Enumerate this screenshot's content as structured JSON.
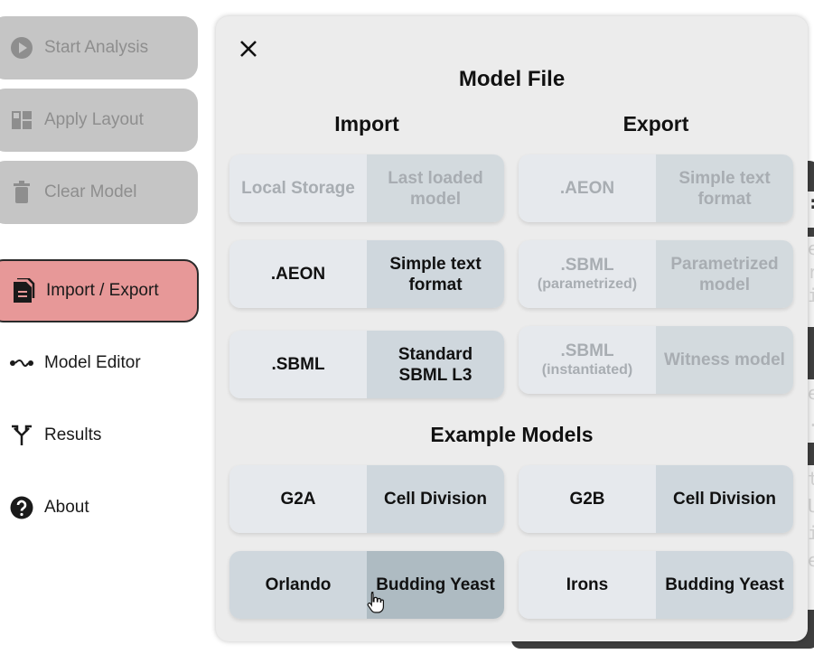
{
  "sidebar": {
    "start_analysis": "Start Analysis",
    "apply_layout": "Apply Layout",
    "clear_model": "Clear Model",
    "import_export": "Import / Export",
    "model_editor": "Model Editor",
    "results": "Results",
    "about": "About"
  },
  "background_chars": [
    "e",
    "r",
    "i",
    "e",
    "t",
    "U",
    "i",
    "e"
  ],
  "dialog": {
    "title": "Model File",
    "import_header": "Import",
    "export_header": "Export",
    "examples_header": "Example Models",
    "import_rows": [
      {
        "left": "Local Storage",
        "right": "Last loaded model"
      },
      {
        "left": ".AEON",
        "right": "Simple text format"
      },
      {
        "left": ".SBML",
        "right": "Standard SBML L3"
      }
    ],
    "export_rows": [
      {
        "left": ".AEON",
        "right": "Simple text format"
      },
      {
        "left": ".SBML",
        "left_sub": "(parametrized)",
        "right": "Parametrized model"
      },
      {
        "left": ".SBML",
        "left_sub": "(instantiated)",
        "right": "Witness model"
      }
    ],
    "examples": [
      {
        "left": "G2A",
        "right": "Cell Division"
      },
      {
        "left": "G2B",
        "right": "Cell Division"
      },
      {
        "left": "Orlando",
        "right": "Budding Yeast"
      },
      {
        "left": "Irons",
        "right": "Budding Yeast"
      }
    ]
  },
  "colors": {
    "active_nav": "#e79898",
    "disabled_nav": "#c5c5c5",
    "dialog_bg": "#ececec",
    "button_left": "#e6e9ed",
    "button_right": "#cfd7dd"
  }
}
